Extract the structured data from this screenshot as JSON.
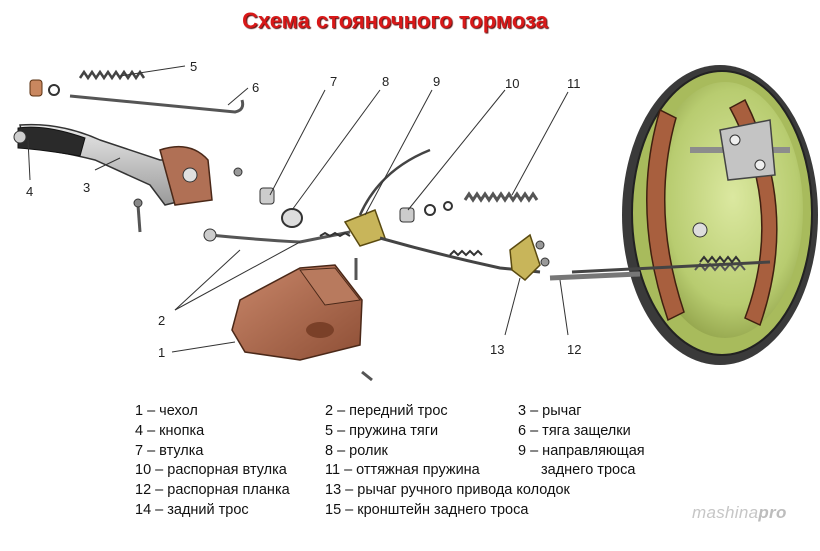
{
  "title": "Схема стояночного тормоза",
  "callouts": [
    "1",
    "2",
    "3",
    "4",
    "5",
    "6",
    "7",
    "8",
    "9",
    "10",
    "11",
    "12",
    "13"
  ],
  "legend": [
    "1 – чехол",
    "2 – передний трос",
    "3 – рычаг",
    "4 – кнопка",
    "5 – пружина тяги",
    "6 – тяга защелки",
    "7 – втулка",
    "8 – ролик",
    "9 – направляющая",
    "заднего троса",
    "10 – распорная втулка",
    "11 – оттяжная пружина",
    "12 – распорная планка",
    "13 – рычаг ручного привода колодок",
    "14 – задний трос",
    "15 – кронштейн заднего троса"
  ],
  "watermark": {
    "main": "mashina",
    "accent": "pro"
  },
  "colors": {
    "title": "#d81818",
    "drum": "#c8d880",
    "drum_rim": "#2e2e2e",
    "brake_shoe": "#a85f3e",
    "cover": "#b07055",
    "guide": "#c8b55a",
    "metal": "#8c8c8c"
  }
}
